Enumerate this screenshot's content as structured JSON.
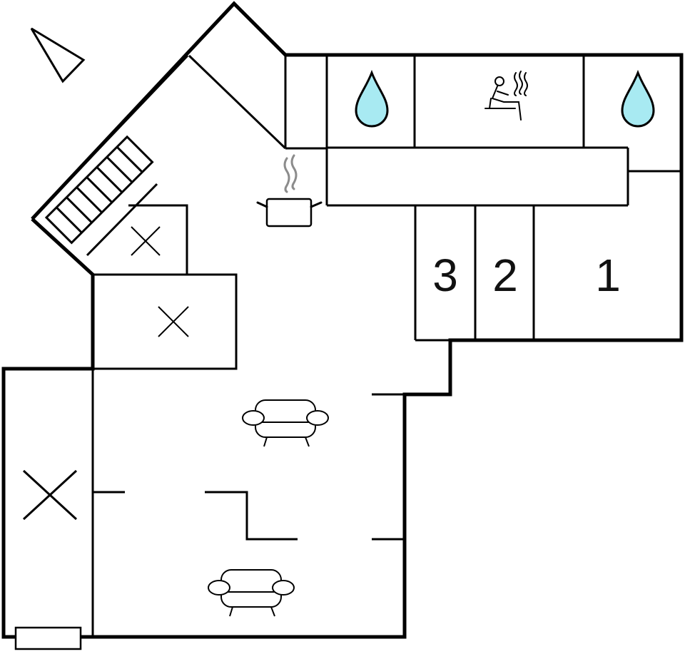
{
  "colors": {
    "wall": "#000000",
    "water": "#a8eaf2",
    "steam": "#8c8c8c",
    "background": "#ffffff"
  },
  "icons": {
    "compass": "north-arrow-icon",
    "bathroom": "water-drop-icon",
    "sauna": "sauna-icon",
    "kitchen": "cooking-pot-icon",
    "living": "sofa-icon",
    "storage": "cross-mark-icon",
    "stairs": "staircase-icon",
    "entry": "doormat-icon"
  },
  "bedrooms": {
    "room_3": "3",
    "room_2": "2",
    "room_1": "1"
  }
}
